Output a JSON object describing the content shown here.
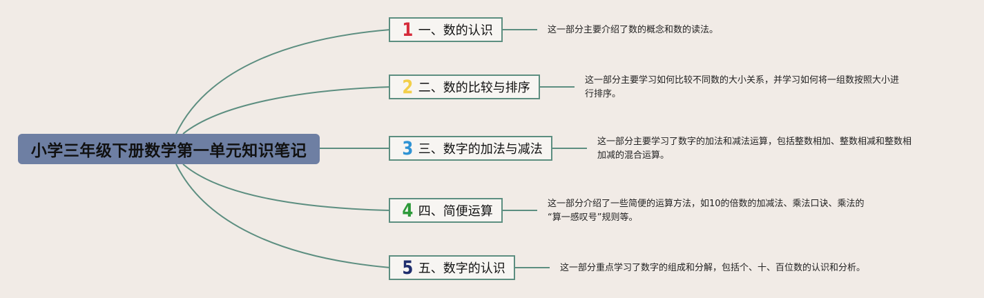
{
  "root": {
    "title": "小学三年级下册数学第一单元知识笔记"
  },
  "branches": [
    {
      "number": "1",
      "color": "#d52b3a",
      "label": "一、数的认识",
      "desc": [
        "这一部分主要介绍了数的概念和数的读法。"
      ]
    },
    {
      "number": "2",
      "color": "#f2cf4a",
      "label": "二、数的比较与排序",
      "desc": [
        "这一部分主要学习如何比较不同数的大小关系，并学习如何将一组数按照大小进",
        "行排序。"
      ]
    },
    {
      "number": "3",
      "color": "#2f93d4",
      "label": "三、数字的加法与减法",
      "desc": [
        "这一部分主要学习了数字的加法和减法运算，包括整数相加、整数相减和整数相",
        "加减的混合运算。"
      ]
    },
    {
      "number": "4",
      "color": "#2d9a3a",
      "label": "四、简便运算",
      "desc": [
        "这一部分介绍了一些简便的运算方法，如10的倍数的加减法、乘法口诀、乘法的",
        "“算一感叹号”规则等。"
      ]
    },
    {
      "number": "5",
      "color": "#1f2e6e",
      "label": "五、数字的认识",
      "desc": [
        "这一部分重点学习了数字的组成和分解，包括个、十、百位数的认识和分析。"
      ]
    }
  ],
  "colors": {
    "connector": "#5c8e80",
    "root_bg": "#6e7fa3",
    "background": "#f1ebe6"
  }
}
